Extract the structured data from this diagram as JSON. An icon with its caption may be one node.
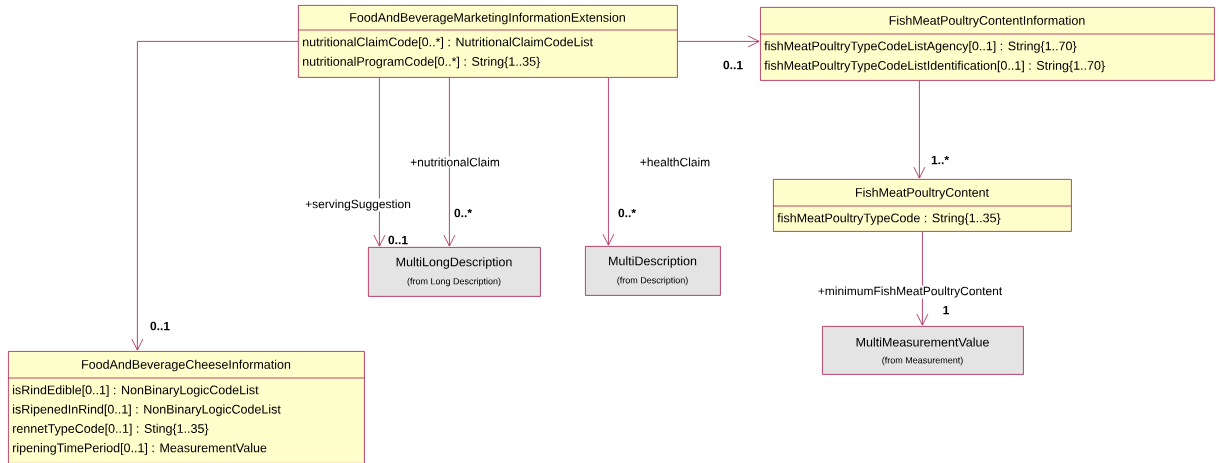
{
  "diagram": {
    "nodes": [
      {
        "text": [
          "FoodAndBeverageMarketingInformationExtension",
          "nutritionalClaimCode[0..*] : NutritionalClaimCodeList",
          "nutritionalProgramCode[0..*] : String{1..35}"
        ]
      },
      {
        "text": [
          "FishMeatPoultryContentInformation",
          "fishMeatPoultryTypeCodeListAgency[0..1] : String{1..70}",
          "fishMeatPoultryTypeCodeListIdentification[0..1] : String{1..70}"
        ]
      },
      {
        "text": [
          "FishMeatPoultryContent",
          "fishMeatPoultryTypeCode : String{1..35}"
        ]
      },
      {
        "text": [
          "MultiLongDescription",
          "(from Long Description)"
        ]
      },
      {
        "text": [
          "MultiDescription",
          "(from Description)"
        ]
      },
      {
        "text": [
          "MultiMeasurementValue",
          "(from Measurement)"
        ]
      },
      {
        "text": [
          "FoodAndBeverageCheeseInformation",
          "isRindEdible[0..1] : NonBinaryLogicCodeList",
          "isRipenedInRind[0..1] : NonBinaryLogicCodeList",
          "rennetTypeCode[0..1] : Sting{1..35}",
          "ripeningTimePeriod[0..1] : MeasurementValue"
        ]
      }
    ],
    "edges": [
      {
        "from": 0,
        "to": 6,
        "arrow": "to"
      },
      {
        "from": 0,
        "to": 3,
        "arrow": "to",
        "label": "+servingSuggestion"
      },
      {
        "from": 0,
        "to": 3,
        "arrow": "to",
        "label": "+nutritionalClaim"
      },
      {
        "from": 0,
        "to": 4,
        "arrow": "to",
        "label": "+healthClaim"
      },
      {
        "from": 0,
        "to": 1,
        "arrow": "to"
      },
      {
        "from": 1,
        "to": 2,
        "arrow": "to"
      },
      {
        "from": 2,
        "to": 5,
        "arrow": "to",
        "label": "+minimumFishMeatPoultryContent"
      }
    ],
    "labels": [
      "0..1",
      "1..*",
      "0..*",
      "0..*",
      "0..1",
      "1",
      "0..1"
    ]
  }
}
